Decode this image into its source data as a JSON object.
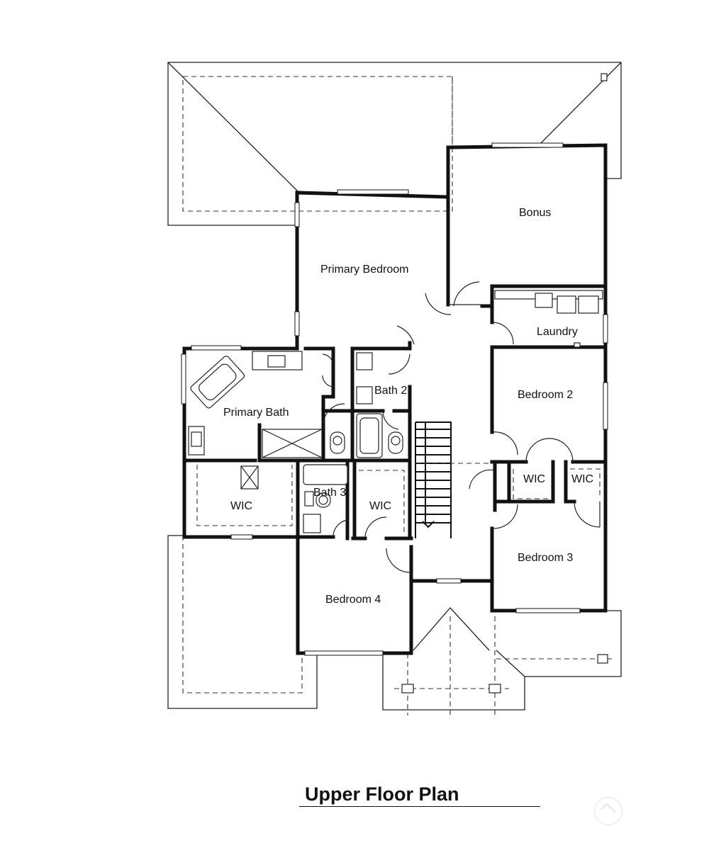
{
  "plan": {
    "title": "Upper Floor Plan",
    "rooms": {
      "bonus": "Bonus",
      "primary_bedroom": "Primary Bedroom",
      "laundry": "Laundry",
      "bedroom_2": "Bedroom 2",
      "bath_2": "Bath 2",
      "primary_bath": "Primary Bath",
      "wic_bedroom2": "WIC",
      "wic_bedroom3": "WIC",
      "wic_primary": "WIC",
      "bath_3": "Bath 3",
      "wic_bedroom4": "WIC",
      "bedroom_3": "Bedroom 3",
      "bedroom_4": "Bedroom 4"
    }
  }
}
